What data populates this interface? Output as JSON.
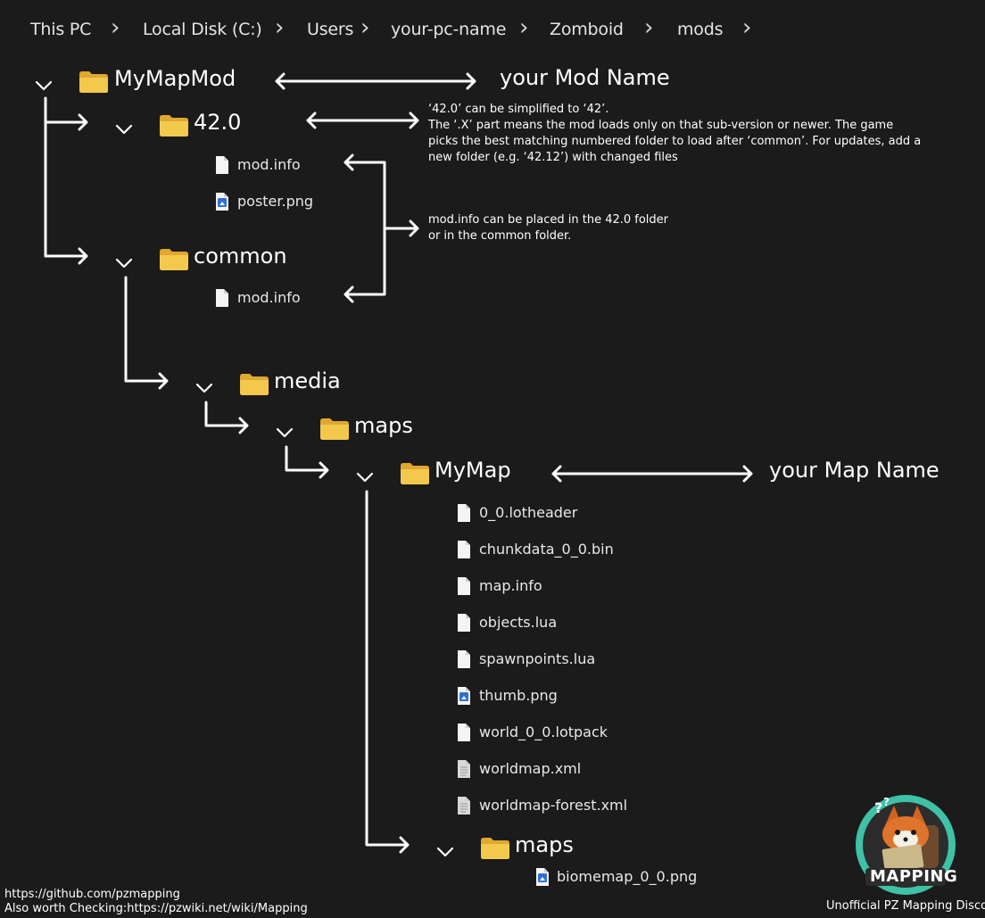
{
  "breadcrumb": [
    "This PC",
    "Local Disk (C:)",
    "Users",
    "your-pc-name",
    "Zomboid",
    "mods"
  ],
  "tree": {
    "root_folder": "MyMapMod",
    "root_annotation": "your Mod Name",
    "version_folder": "42.0",
    "version_files": [
      "mod.info",
      "poster.png"
    ],
    "common_folder": "common",
    "common_files": [
      "mod.info"
    ],
    "media_folder": "media",
    "maps_folder": "maps",
    "map_folder": "MyMap",
    "map_annotation": "your Map Name",
    "map_files": [
      "0_0.lotheader",
      "chunkdata_0_0.bin",
      "map.info",
      "objects.lua",
      "spawnpoints.lua",
      "thumb.png",
      "world_0_0.lotpack",
      "worldmap.xml",
      "worldmap-forest.xml"
    ],
    "sub_maps_folder": "maps",
    "sub_maps_files": [
      "biomemap_0_0.png"
    ]
  },
  "notes": {
    "version_note": [
      "‘42.0’ can be simplified to ‘42’.",
      "The ‘.X’ part means the mod loads only on that sub-version or newer. The game",
      "picks the best matching numbered folder to load after ‘common’. For updates, add a",
      "new folder (e.g. ‘42.12’) with changed files"
    ],
    "modinfo_note": [
      "mod.info can be placed in the 42.0 folder",
      "or in the common folder."
    ]
  },
  "footer": {
    "line1": "https://github.com/pzmapping",
    "line2": "Also worth Checking:https://pzwiki.net/wiki/Mapping",
    "credit": "Unofficial PZ Mapping Discord"
  },
  "logo": {
    "text": "MAPPING"
  },
  "colors": {
    "background": "#1b1b1b",
    "folder": "#f2c94c",
    "folder_dark": "#e0a82e",
    "file": "#f4f4f4",
    "image_badge": "#2f6fd6",
    "logo_ring": "#3fc1a5"
  }
}
